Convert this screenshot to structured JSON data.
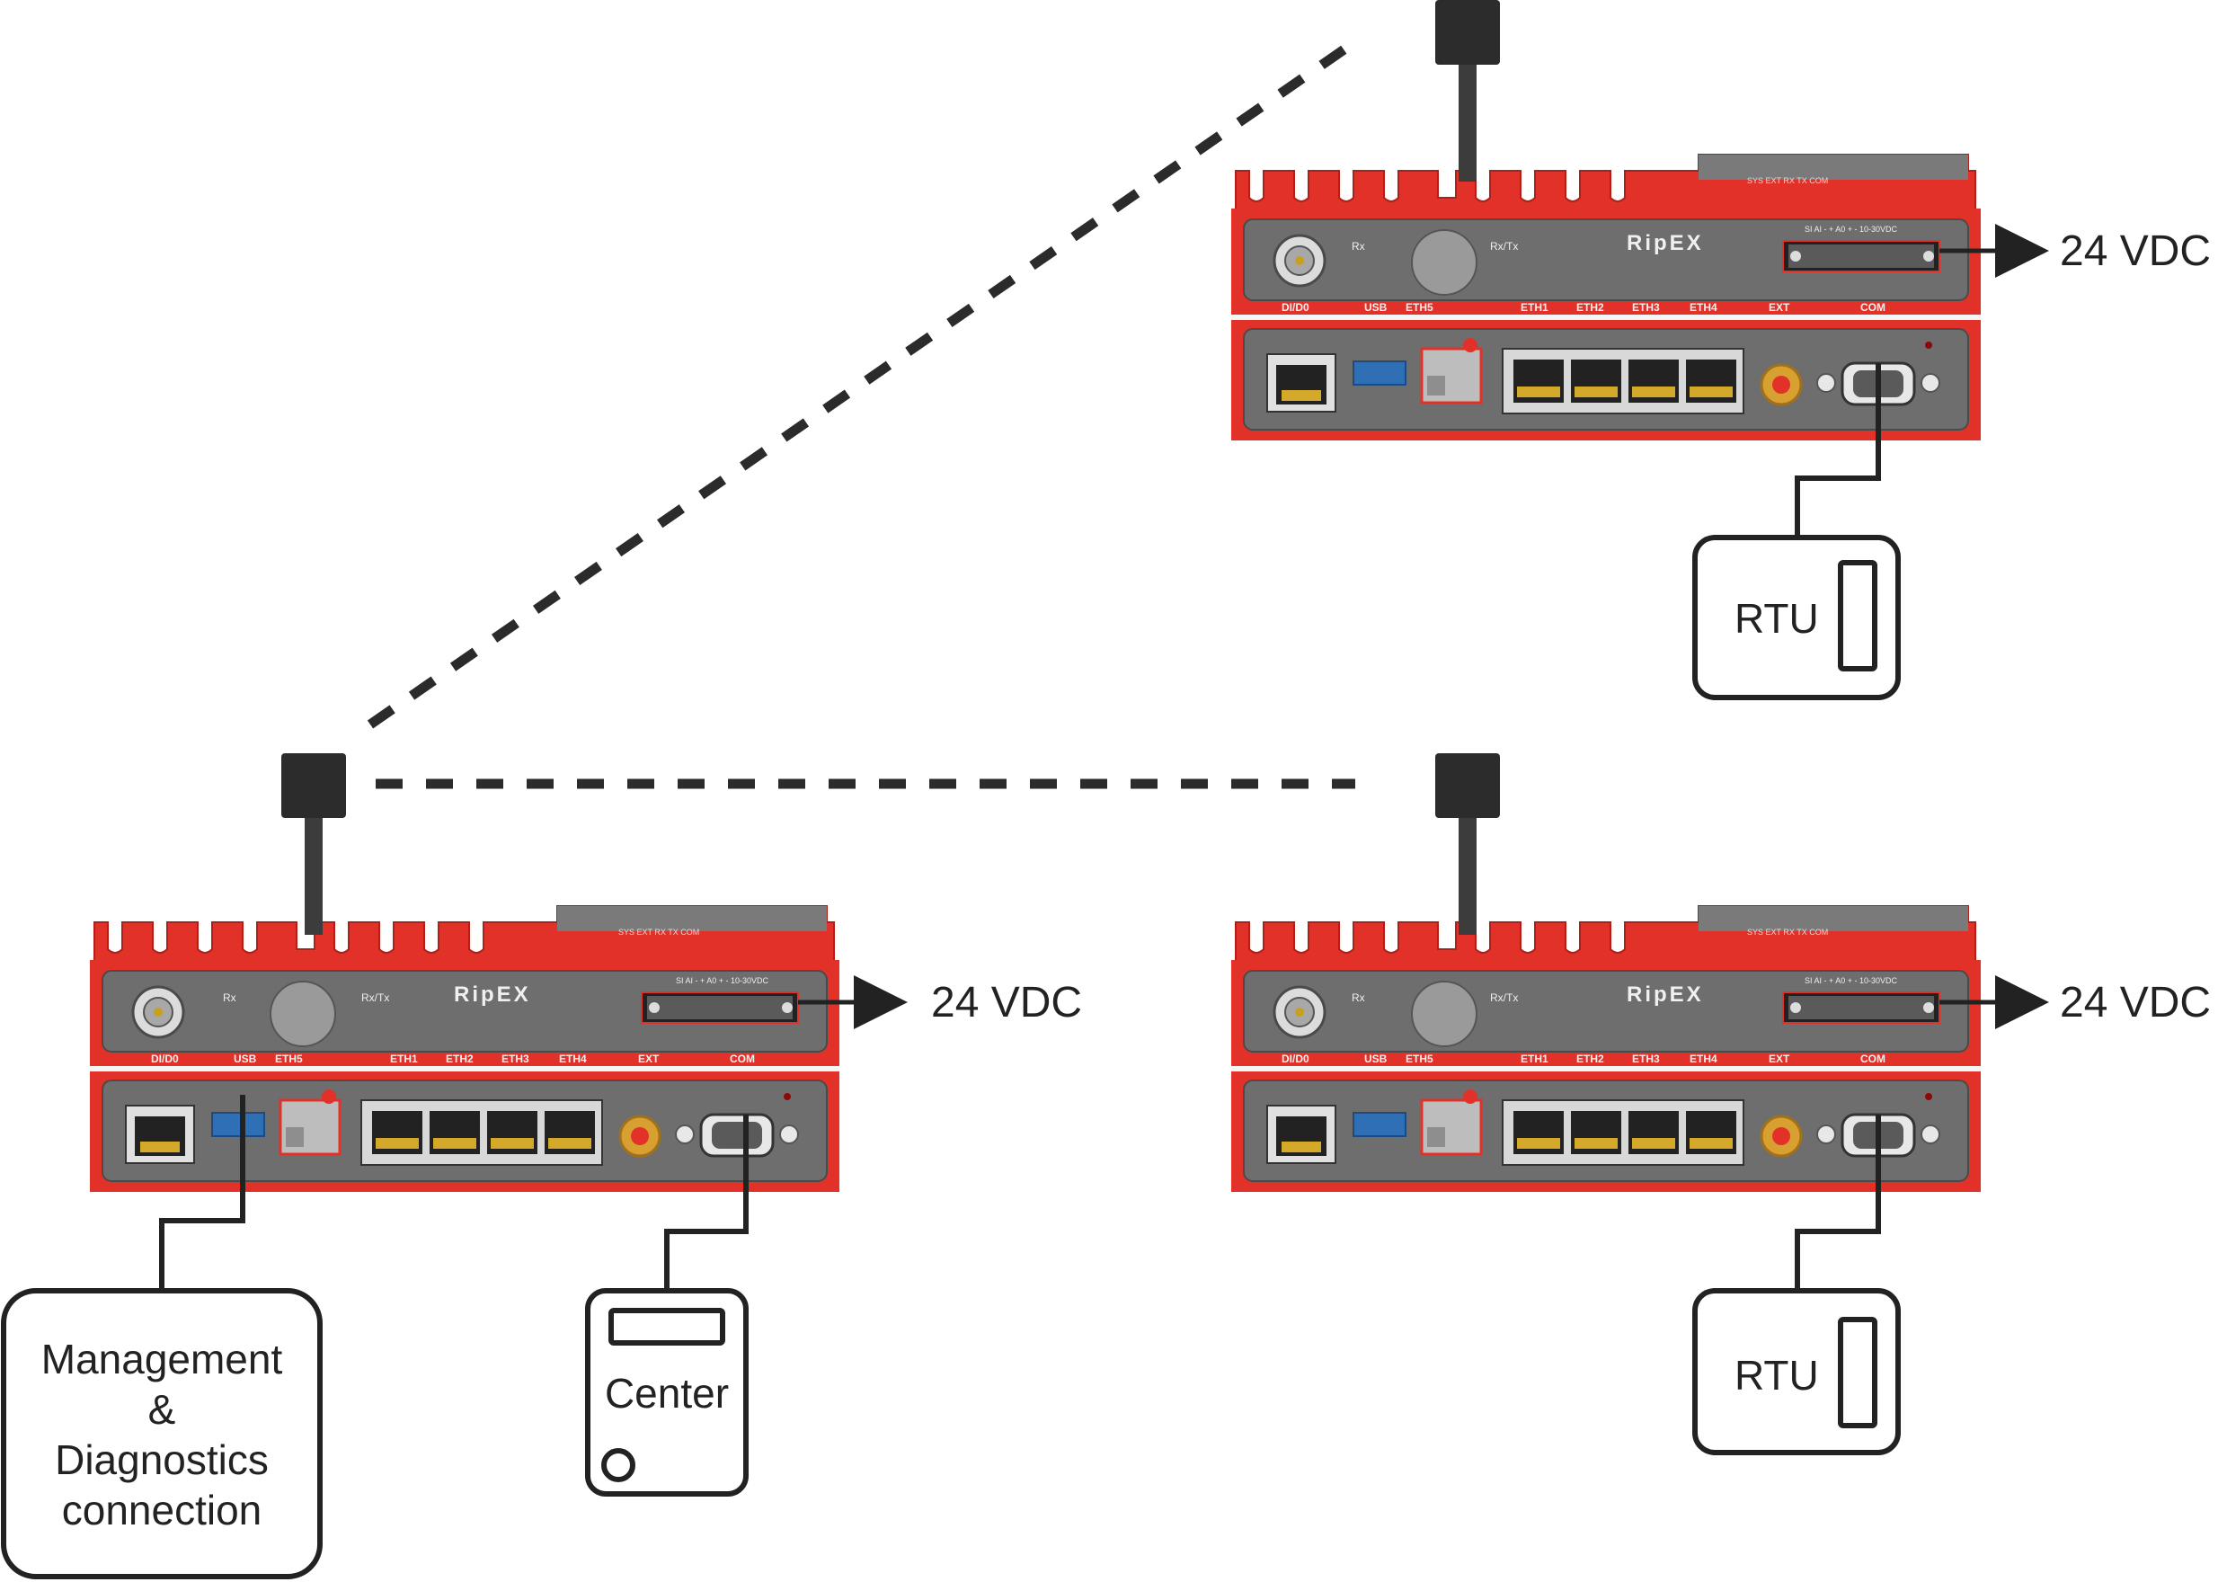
{
  "devices": [
    {
      "name": "master",
      "brand": "RipEX",
      "labels": {
        "rx": "Rx",
        "rxtx": "Rx/Tx",
        "dido": "DI/D0",
        "usb": "USB",
        "eth5": "ETH5",
        "eth1": "ETH1",
        "eth2": "ETH2",
        "eth3": "ETH3",
        "eth4": "ETH4",
        "ext": "EXT",
        "com": "COM",
        "terminal": "SI  AI  -  +  A0 +  -  10-30VDC",
        "leds": "SYS   EXT   RX   TX   COM"
      },
      "power": "24 VDC"
    },
    {
      "name": "remote-top",
      "brand": "RipEX",
      "labels": {
        "rx": "Rx",
        "rxtx": "Rx/Tx",
        "dido": "DI/D0",
        "usb": "USB",
        "eth5": "ETH5",
        "eth1": "ETH1",
        "eth2": "ETH2",
        "eth3": "ETH3",
        "eth4": "ETH4",
        "ext": "EXT",
        "com": "COM",
        "terminal": "SI  AI  -  +  A0 +  -  10-30VDC",
        "leds": "SYS   EXT   RX   TX   COM"
      },
      "power": "24 VDC"
    },
    {
      "name": "remote-bottom",
      "brand": "RipEX",
      "labels": {
        "rx": "Rx",
        "rxtx": "Rx/Tx",
        "dido": "DI/D0",
        "usb": "USB",
        "eth5": "ETH5",
        "eth1": "ETH1",
        "eth2": "ETH2",
        "eth3": "ETH3",
        "eth4": "ETH4",
        "ext": "EXT",
        "com": "COM",
        "terminal": "SI  AI  -  +  A0 +  -  10-30VDC",
        "leds": "SYS   EXT   RX   TX   COM"
      },
      "power": "24 VDC"
    }
  ],
  "endpoints": {
    "management": [
      "Management",
      "&",
      "Diagnostics",
      "connection"
    ],
    "center": "Center",
    "rtu_top": "RTU",
    "rtu_bottom": "RTU"
  },
  "colors": {
    "device_red": "#e23128",
    "panel_gray": "#6e6e6e",
    "line": "#2b2b2b"
  },
  "icons": {
    "antenna": "antenna-icon",
    "arrow": "arrow-right-icon"
  }
}
